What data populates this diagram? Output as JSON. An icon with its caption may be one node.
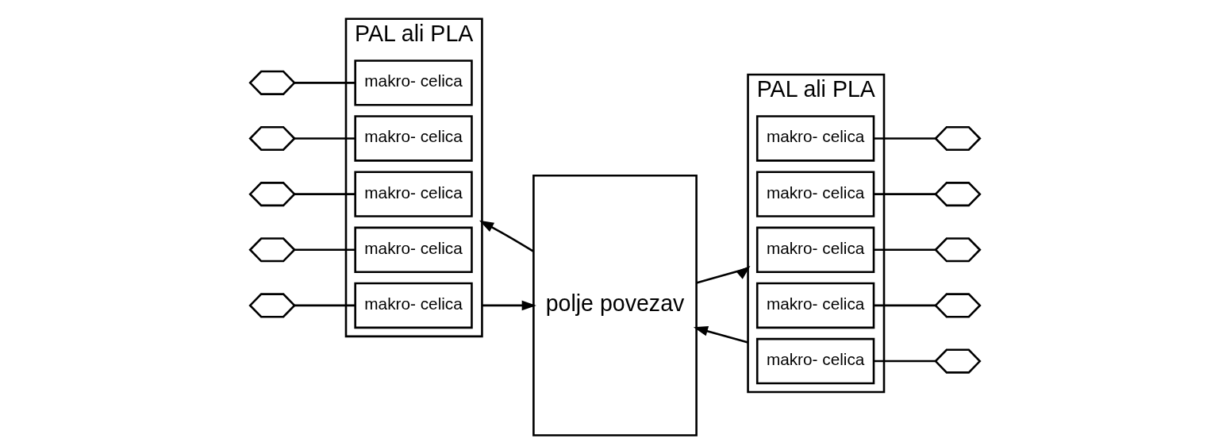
{
  "diagram": {
    "nodes": [
      {
        "text": [
          "PAL ali PLA"
        ]
      },
      {
        "text": [
          "makro- celica"
        ],
        "in": 0
      },
      {
        "text": [
          "makro- celica"
        ],
        "in": 0
      },
      {
        "text": [
          "makro- celica"
        ],
        "in": 0
      },
      {
        "text": [
          "makro- celica"
        ],
        "in": 0
      },
      {
        "text": [
          "makro- celica"
        ],
        "in": 0
      },
      {
        "text": [
          "polje povezav"
        ]
      },
      {
        "text": [
          "PAL ali PLA"
        ]
      },
      {
        "text": [
          "makro- celica"
        ],
        "in": 7
      },
      {
        "text": [
          "makro- celica"
        ],
        "in": 7
      },
      {
        "text": [
          "makro- celica"
        ],
        "in": 7
      },
      {
        "text": [
          "makro- celica"
        ],
        "in": 7
      },
      {
        "text": [
          "makro- celica"
        ],
        "in": 7
      },
      {
        "text": [],
        "shape": "hexagon"
      },
      {
        "text": [],
        "shape": "hexagon"
      },
      {
        "text": [],
        "shape": "hexagon"
      },
      {
        "text": [],
        "shape": "hexagon"
      },
      {
        "text": [],
        "shape": "hexagon"
      },
      {
        "text": [],
        "shape": "hexagon"
      },
      {
        "text": [],
        "shape": "hexagon"
      },
      {
        "text": [],
        "shape": "hexagon"
      },
      {
        "text": [],
        "shape": "hexagon"
      },
      {
        "text": [],
        "shape": "hexagon"
      }
    ],
    "edges": [
      {
        "from": 6,
        "to": 0,
        "arrow": "to"
      },
      {
        "from": 6,
        "to": 7,
        "arrow": "to"
      },
      {
        "from": 0,
        "to": 6,
        "arrow": "to"
      },
      {
        "from": 7,
        "to": 6,
        "arrow": "to"
      },
      {
        "from": 13,
        "to": 1,
        "arrow": "none"
      },
      {
        "from": 14,
        "to": 2,
        "arrow": "none"
      },
      {
        "from": 15,
        "to": 3,
        "arrow": "none"
      },
      {
        "from": 16,
        "to": 4,
        "arrow": "none"
      },
      {
        "from": 17,
        "to": 5,
        "arrow": "none"
      },
      {
        "from": 8,
        "to": 18,
        "arrow": "none"
      },
      {
        "from": 9,
        "to": 19,
        "arrow": "none"
      },
      {
        "from": 10,
        "to": 20,
        "arrow": "none"
      },
      {
        "from": 11,
        "to": 21,
        "arrow": "none"
      },
      {
        "from": 12,
        "to": 22,
        "arrow": "none"
      }
    ]
  }
}
